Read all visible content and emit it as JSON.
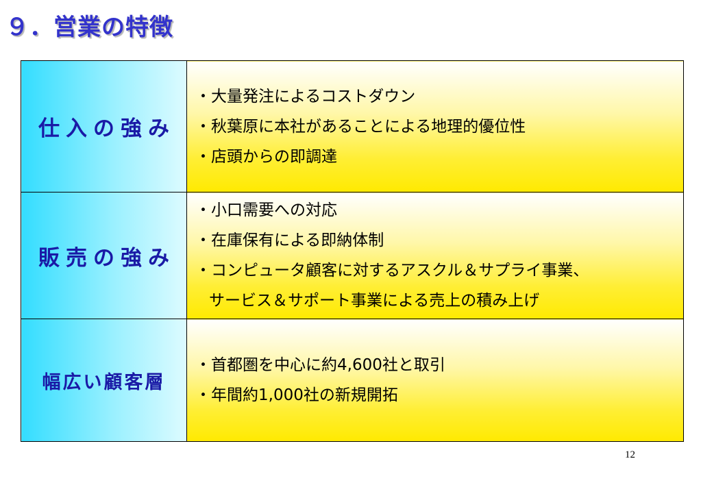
{
  "title": "９．営業の特徴",
  "rows": [
    {
      "label": "仕入の強み",
      "items": [
        "・大量発注によるコストダウン",
        "・秋葉原に本社があることによる地理的優位性",
        "・店頭からの即調達"
      ]
    },
    {
      "label": "販売の強み",
      "items": [
        "・小口需要への対応",
        "・在庫保有による即納体制",
        "・コンピュータ顧客に対するアスクル＆サプライ事業、",
        "サービス＆サポート事業による売上の積み上げ"
      ]
    },
    {
      "label": "幅広い顧客層",
      "items": [
        "・首都圏を中心に約4,600社と取引",
        "・年間約1,000社の新規開拓"
      ]
    }
  ],
  "page_number": "12",
  "colors": {
    "title": "#3333cc",
    "label_text": "#1a1aa6",
    "label_bg": "#33ddff",
    "content_bg": "#ffee33"
  }
}
